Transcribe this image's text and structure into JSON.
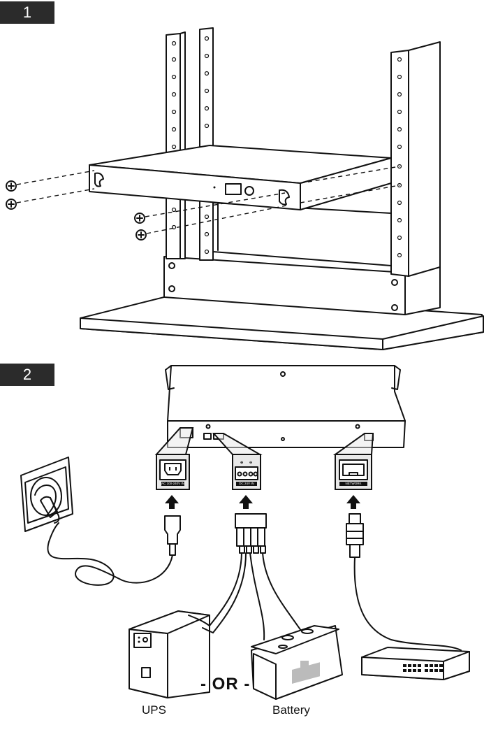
{
  "steps": [
    {
      "number": "1"
    },
    {
      "number": "2"
    }
  ],
  "connectors": {
    "ac_input": "AC 100-240V IN",
    "dc_input": "DC 24V IN",
    "network": "NETWORK"
  },
  "power_sources": {
    "ups": "UPS",
    "battery": "Battery",
    "separator": "- OR -"
  },
  "colors": {
    "badge": "#2b2b2b",
    "line": "#111111",
    "fill_gray": "#e8e8e8"
  }
}
